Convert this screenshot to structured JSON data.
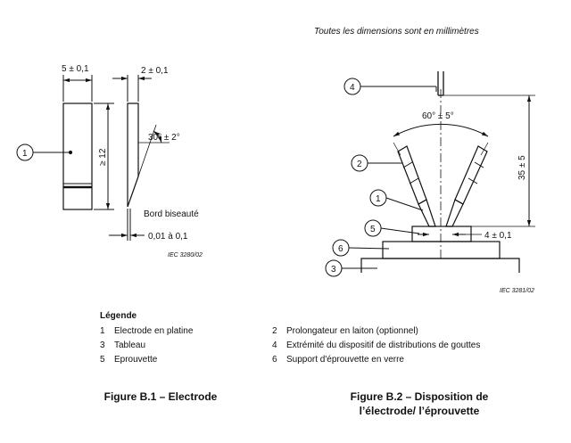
{
  "header_note": "Toutes les dimensions sont en millimètres",
  "fig1": {
    "dim_width": "5 ± 0,1",
    "dim_thickness": "2 ± 0,1",
    "dim_height": "≥ 12",
    "dim_angle": "30° ± 2°",
    "bevel_label": "Bord biseauté",
    "dim_edge": "0,01 à 0,1",
    "ref": "IEC   3280/02",
    "callout": "1"
  },
  "fig2": {
    "dim_angle": "60° ± 5°",
    "dim_height": "35 ± 5",
    "dim_gap": "4 ± 0,1",
    "ref": "IEC   3281/02",
    "callouts": [
      "4",
      "2",
      "1",
      "5",
      "6",
      "3"
    ]
  },
  "legend": {
    "title": "Légende",
    "items": [
      {
        "num": "1",
        "text": "Electrode en platine"
      },
      {
        "num": "3",
        "text": "Tableau"
      },
      {
        "num": "5",
        "text": "Eprouvette"
      },
      {
        "num": "2",
        "text": "Prolongateur en laiton (optionnel)"
      },
      {
        "num": "4",
        "text": "Extrémité du dispositif de distributions de gouttes"
      },
      {
        "num": "6",
        "text": "Support d'éprouvette en verre"
      }
    ]
  },
  "captions": {
    "fig1": "Figure B.1 – Electrode",
    "fig2_line1": "Figure B.2 – Disposition de",
    "fig2_line2": "l’électrode/ l’éprouvette"
  }
}
